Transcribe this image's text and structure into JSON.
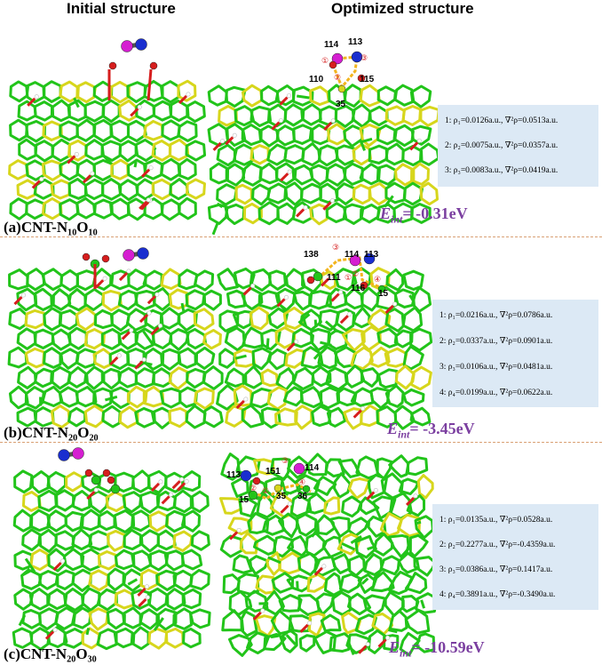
{
  "headers": {
    "initial": "Initial structure",
    "optimized": "Optimized structure"
  },
  "panels": [
    {
      "id": "a",
      "label": "(a)CNT-N₁₀O₁₀",
      "eint": "= -0.31eV",
      "atoms": [
        "114",
        "113",
        "110",
        "115",
        "35"
      ],
      "bcp": [
        "①",
        "②",
        "③"
      ],
      "rho": [
        "1:  ρ₁=0.0126a.u., ∇²ρ=0.0513a.u.",
        "2:  ρ₂=0.0075a.u., ∇²ρ=0.0357a.u.",
        "3:  ρ₃=0.0083a.u., ∇²ρ=0.0419a.u."
      ]
    },
    {
      "id": "b",
      "label": "(b)CNT-N₂₀O₂₀",
      "eint": "= -3.45eV",
      "atoms": [
        "138",
        "114",
        "113",
        "111",
        "116",
        "15"
      ],
      "bcp": [
        "①",
        "②",
        "③",
        "④"
      ],
      "rho": [
        "1:  ρ₁=0.0216a.u., ∇²ρ=0.0786a.u.",
        "2:  ρ₂=0.0337a.u., ∇²ρ=0.0901a.u.",
        "3:  ρ₃=0.0106a.u., ∇²ρ=0.0481a.u.",
        "4:  ρ₄=0.0199a.u., ∇²ρ=0.0622a.u."
      ]
    },
    {
      "id": "c",
      "label": "(c)CNT-N₂₀O₃₀",
      "eint": "= -10.59eV",
      "atoms": [
        "113",
        "151",
        "114",
        "15",
        "35",
        "36"
      ],
      "bcp": [
        "①",
        "②",
        "③",
        "④"
      ],
      "rho": [
        "1:  ρ₁=0.0135a.u., ∇²ρ=0.0528a.u.",
        "2:  ρ₂=0.2277a.u., ∇²ρ=-0.4359a.u.",
        "3:  ρ₃=0.0386a.u., ∇²ρ=0.1417a.u.",
        "4:  ρ₄=0.3891a.u., ∇²ρ=-0.3490a.u."
      ]
    }
  ],
  "eint_symbol": "E",
  "eint_sub": "int",
  "colors": {
    "carbon": "#22c41a",
    "carbon_inner": "#d7d61c",
    "oxygen": "#d61e1e",
    "nitrogen": "#1a2ecf",
    "metal": "#d51ed1",
    "bcp_path": "#f2b51e",
    "eint": "#7b3fa0",
    "info_bg": "#dce9f5",
    "divider": "#d9a074"
  }
}
